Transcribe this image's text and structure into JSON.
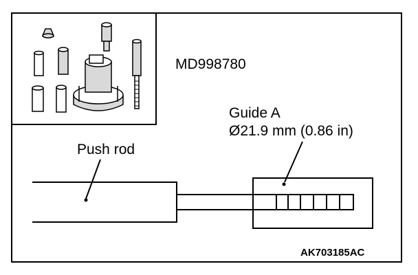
{
  "diagram": {
    "tool_number": "MD998780",
    "guide_label": "Guide A",
    "guide_dimension": "Ø21.9 mm (0.86 in)",
    "push_rod_label": "Push rod",
    "figure_code": "AK703185AC"
  },
  "colors": {
    "line": "#000000",
    "background": "#ffffff",
    "tool_shading": "#d9d9d9"
  }
}
